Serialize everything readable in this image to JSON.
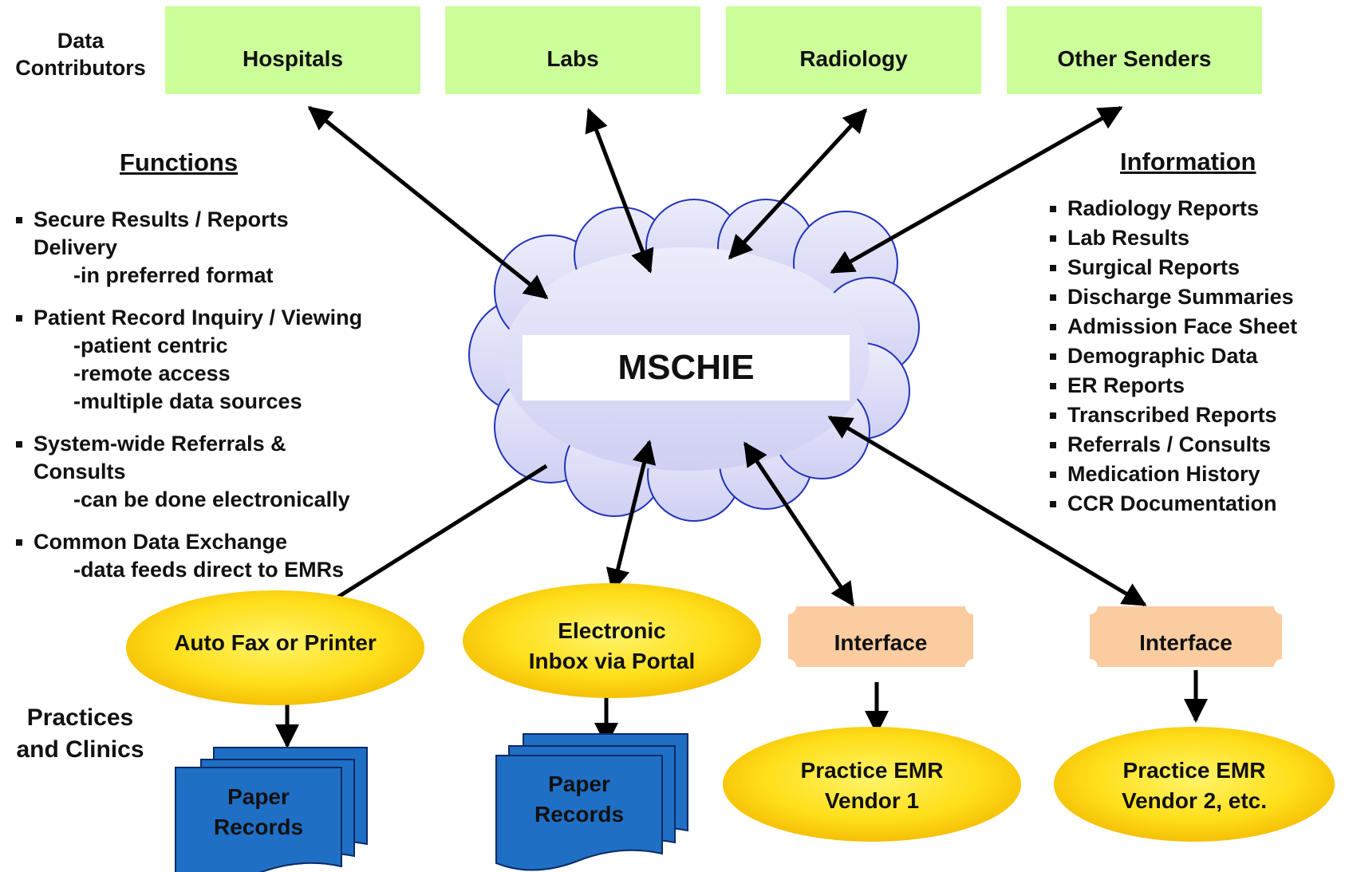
{
  "data_contributors_label": [
    "Data",
    "Contributors"
  ],
  "contributors": [
    {
      "label": "Hospitals"
    },
    {
      "label": "Labs"
    },
    {
      "label": "Radiology"
    },
    {
      "label": "Other Senders"
    }
  ],
  "hub": {
    "label": "MSCHIE"
  },
  "functions": {
    "heading": "Functions",
    "items": [
      {
        "lines": [
          "Secure Results / Reports",
          "Delivery"
        ],
        "subs": [
          "in preferred format"
        ]
      },
      {
        "lines": [
          "Patient Record Inquiry / Viewing"
        ],
        "subs": [
          "patient centric",
          "remote access",
          "multiple data sources"
        ]
      },
      {
        "lines": [
          "System-wide Referrals &",
          "Consults"
        ],
        "subs": [
          "can be done electronically"
        ]
      },
      {
        "lines": [
          "Common Data Exchange"
        ],
        "subs": [
          "data feeds direct to EMRs"
        ]
      }
    ]
  },
  "information": {
    "heading": "Information",
    "items": [
      "Radiology Reports",
      "Lab Results",
      "Surgical Reports",
      "Discharge Summaries",
      "Admission Face Sheet",
      "Demographic Data",
      "ER Reports",
      "Transcribed Reports",
      "Referrals / Consults",
      "Medication History",
      "CCR Documentation"
    ]
  },
  "practices_label": [
    "Practices",
    "and Clinics"
  ],
  "destinations": {
    "auto_fax": "Auto Fax or Printer",
    "electronic_inbox": [
      "Electronic",
      "Inbox via Portal"
    ],
    "interface_1": "Interface",
    "interface_2": "Interface",
    "paper_records_1": [
      "Paper",
      "Records"
    ],
    "paper_records_2": [
      "Paper",
      "Records"
    ],
    "emr_1": [
      "Practice EMR",
      "Vendor 1"
    ],
    "emr_2": [
      "Practice EMR",
      "Vendor 2, etc."
    ]
  },
  "colors": {
    "contributor_fill": "#ccff99",
    "cloud_fill": "#d9d9f7",
    "cloud_stroke": "#2233bb",
    "ellipse_fill_inner": "#ffee44",
    "ellipse_fill_outer": "#f5c400",
    "interface_fill": "#fbcca0",
    "paper_fill": "#1f6fc5",
    "paper_stroke": "#0b2a66",
    "arrow": "#000000"
  }
}
